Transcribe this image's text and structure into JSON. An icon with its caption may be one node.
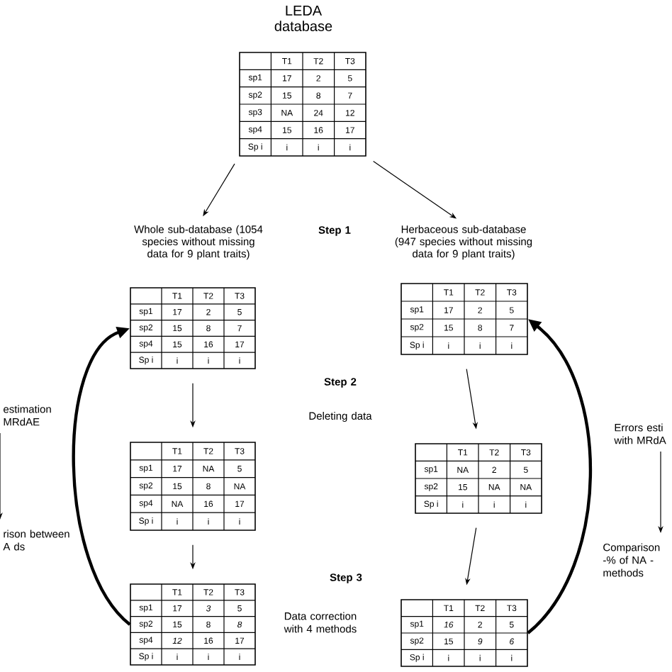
{
  "diagram": {
    "nodes": [
      {
        "text": [
          "T1",
          "T2",
          "T3",
          "sp1",
          "17",
          "2",
          "5",
          "sp2",
          "15",
          "8",
          "7",
          "sp3",
          "NA",
          "24",
          "12",
          "sp4",
          "15",
          "16",
          "17",
          "Sp i",
          "i",
          "i",
          "i"
        ],
        "beside": [
          "LEDA database"
        ]
      },
      {
        "text": [
          "T1",
          "T2",
          "T3",
          "sp1",
          "17",
          "2",
          "5",
          "sp2",
          "15",
          "8",
          "7",
          "sp4",
          "15",
          "16",
          "17",
          "Sp i",
          "i",
          "i",
          "i"
        ],
        "beside": [
          "Whole sub-database (1054 species without missing data for 9 plant traits)"
        ]
      },
      {
        "text": [
          "T1",
          "T2",
          "T3",
          "sp1",
          "17",
          "2",
          "5",
          "sp2",
          "15",
          "8",
          "7",
          "Sp i",
          "i",
          "i",
          "i"
        ],
        "beside": [
          "Herbaceous sub-database (947 species without missing data for 9 plant traits)"
        ]
      },
      {
        "text": [
          "T1",
          "T2",
          "T3",
          "sp1",
          "17",
          "NA",
          "5",
          "sp2",
          "15",
          "8",
          "NA",
          "sp4",
          "NA",
          "16",
          "17",
          "Sp i",
          "i",
          "i",
          "i"
        ]
      },
      {
        "text": [
          "T1",
          "T2",
          "T3",
          "sp1",
          "NA",
          "2",
          "5",
          "sp2",
          "15",
          "NA",
          "NA",
          "Sp i",
          "i",
          "i",
          "i"
        ]
      },
      {
        "text": [
          "T1",
          "T2",
          "T3",
          "sp1",
          "17",
          "*3*",
          "5",
          "sp2",
          "15",
          "8",
          "*8*",
          "sp4",
          "*12*",
          "16",
          "17",
          "Sp i",
          "i",
          "i",
          "i"
        ]
      },
      {
        "text": [
          "T1",
          "T2",
          "T3",
          "sp1",
          "*16*",
          "2",
          "5",
          "sp2",
          "15",
          "*9*",
          "*6*",
          "Sp i",
          "i",
          "i",
          "i"
        ]
      },
      {
        "text": [
          "estimation MRdAE"
        ]
      },
      {
        "text": [
          "rison between A ds"
        ]
      },
      {
        "text": [
          "Errors esti with MRdA"
        ]
      },
      {
        "text": [
          "Comparison -% of NA -methods"
        ]
      }
    ],
    "edges": [
      {
        "from": 0,
        "to": 1,
        "arrow": "to"
      },
      {
        "from": 0,
        "to": 2,
        "arrow": "to"
      },
      {
        "from": 1,
        "to": 3,
        "arrow": "to"
      },
      {
        "from": 3,
        "to": 5,
        "arrow": "to"
      },
      {
        "from": 2,
        "to": 4,
        "arrow": "to"
      },
      {
        "from": 4,
        "to": 6,
        "arrow": "to"
      },
      {
        "from": 5,
        "to": 1,
        "arrow": "to",
        "style": "thick"
      },
      {
        "from": 6,
        "to": 2,
        "arrow": "to",
        "style": "thick"
      },
      {
        "from": 7,
        "to": 8,
        "arrow": "to"
      },
      {
        "from": 9,
        "to": 10,
        "arrow": "to"
      }
    ],
    "labels": [
      "Step 1",
      "Step 2",
      "Deleting data",
      "Step 3",
      "Data correction with 4 methods"
    ]
  }
}
